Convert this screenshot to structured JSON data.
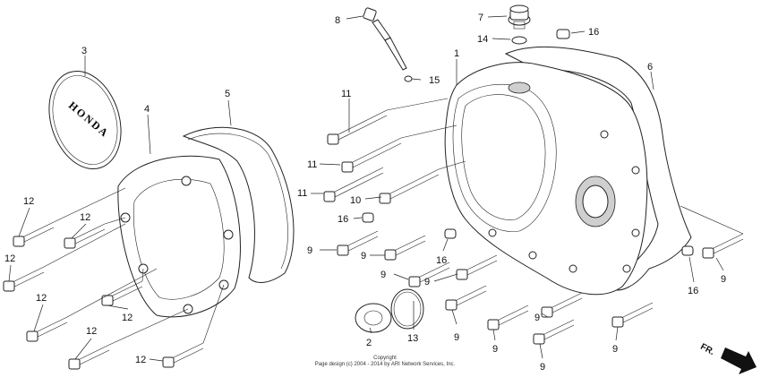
{
  "diagram": {
    "cover_logo_text": "HONDA",
    "copyright_line1": "Copyright",
    "copyright_line2": "Page design (c) 2004 - 2014 by ARI Network Services, Inc.",
    "direction_label": "FR.",
    "callouts": [
      "1",
      "2",
      "3",
      "4",
      "5",
      "6",
      "7",
      "8",
      "9",
      "10",
      "11",
      "12",
      "13",
      "14",
      "15",
      "16"
    ]
  }
}
